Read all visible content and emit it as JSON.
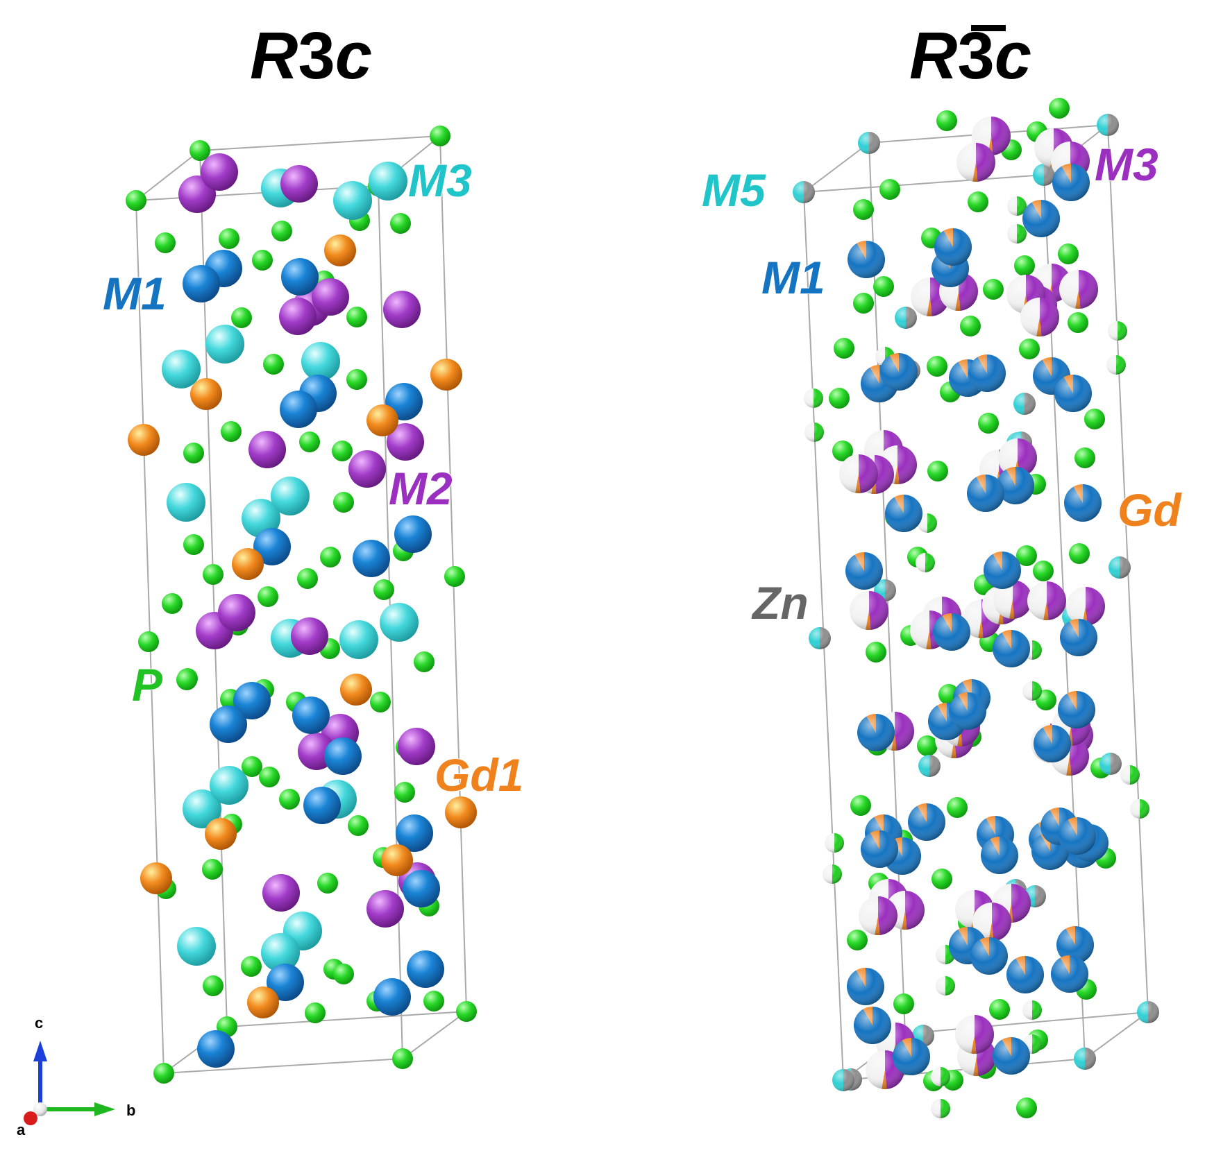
{
  "panels": [
    {
      "id": "r3c",
      "title": {
        "main": "R3c",
        "letter": "R",
        "digit": "3",
        "suffix": "c",
        "bar": false
      },
      "labels": [
        {
          "text": "M3",
          "color": "#1fc5c9"
        },
        {
          "text": "M1",
          "color": "#1574c2"
        },
        {
          "text": "M2",
          "color": "#9b2fbf"
        },
        {
          "text": "P",
          "color": "#22c224"
        },
        {
          "text": "Gd1",
          "color": "#f0821e"
        }
      ]
    },
    {
      "id": "r-3c",
      "title": {
        "main": "R3̄c",
        "letter": "R",
        "digit": "3",
        "suffix": "c",
        "bar": true
      },
      "labels": [
        {
          "text": "M5",
          "color": "#1fc5c9"
        },
        {
          "text": "M3",
          "color": "#9b2fbf"
        },
        {
          "text": "M1",
          "color": "#1574c2"
        },
        {
          "text": "Gd",
          "color": "#f0821e"
        },
        {
          "text": "Zn",
          "color": "#666666"
        }
      ]
    }
  ],
  "axes": {
    "c": "c",
    "b": "b",
    "a": "a"
  },
  "colors": {
    "P": "#1fcf1f",
    "M1": "#1574c2",
    "M2": "#9b2fbf",
    "M3": "#2fd0d4",
    "Gd": "#f0821e",
    "Zn": "#8e8e8e",
    "vacancy": "#f2f2f2"
  }
}
